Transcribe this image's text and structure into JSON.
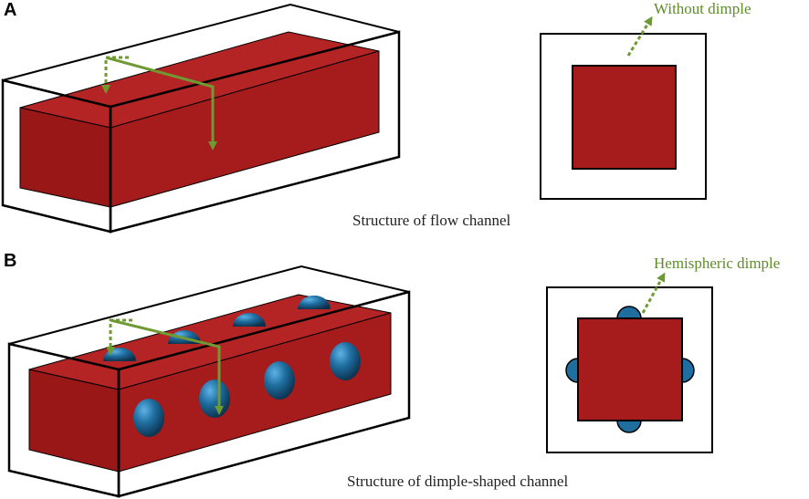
{
  "panel_a": {
    "letter": "A",
    "caption": "Structure of flow channel",
    "callout": "Without  dimple"
  },
  "panel_b": {
    "letter": "B",
    "caption": "Structure of  dimple-shaped channel",
    "callout": "Hemispheric dimple"
  },
  "colors": {
    "block_front": "#a61b1b",
    "block_top": "#b52424",
    "block_side": "#8e1414",
    "dimple": "#1f6ea0",
    "arrow": "#6f9a33",
    "outline": "#000000"
  }
}
